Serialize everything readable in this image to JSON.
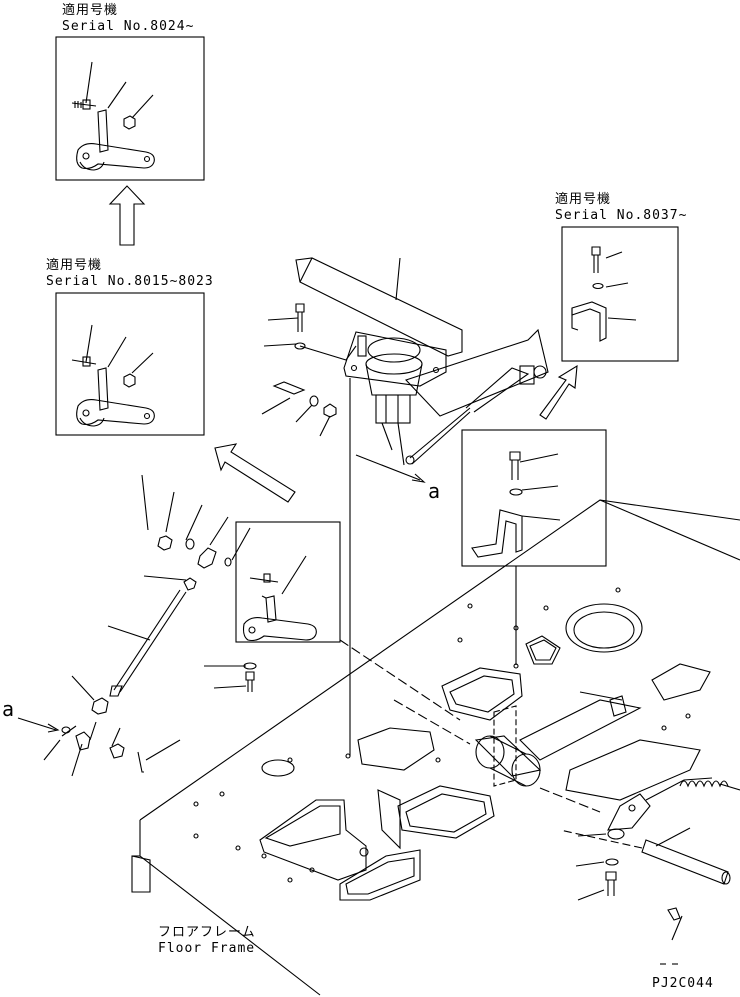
{
  "labels": {
    "applicable_machines_jp": "適用号機",
    "serial_8024": "Serial No.8024~",
    "serial_8015_8023": "Serial No.8015~8023",
    "serial_8037": "Serial No.8037~",
    "view_a": "a",
    "floor_frame_jp": "フロアフレーム",
    "floor_frame_en": "Floor Frame",
    "drawing_code": "PJ2C044"
  },
  "colors": {
    "line": "#000000",
    "background": "#ffffff"
  }
}
